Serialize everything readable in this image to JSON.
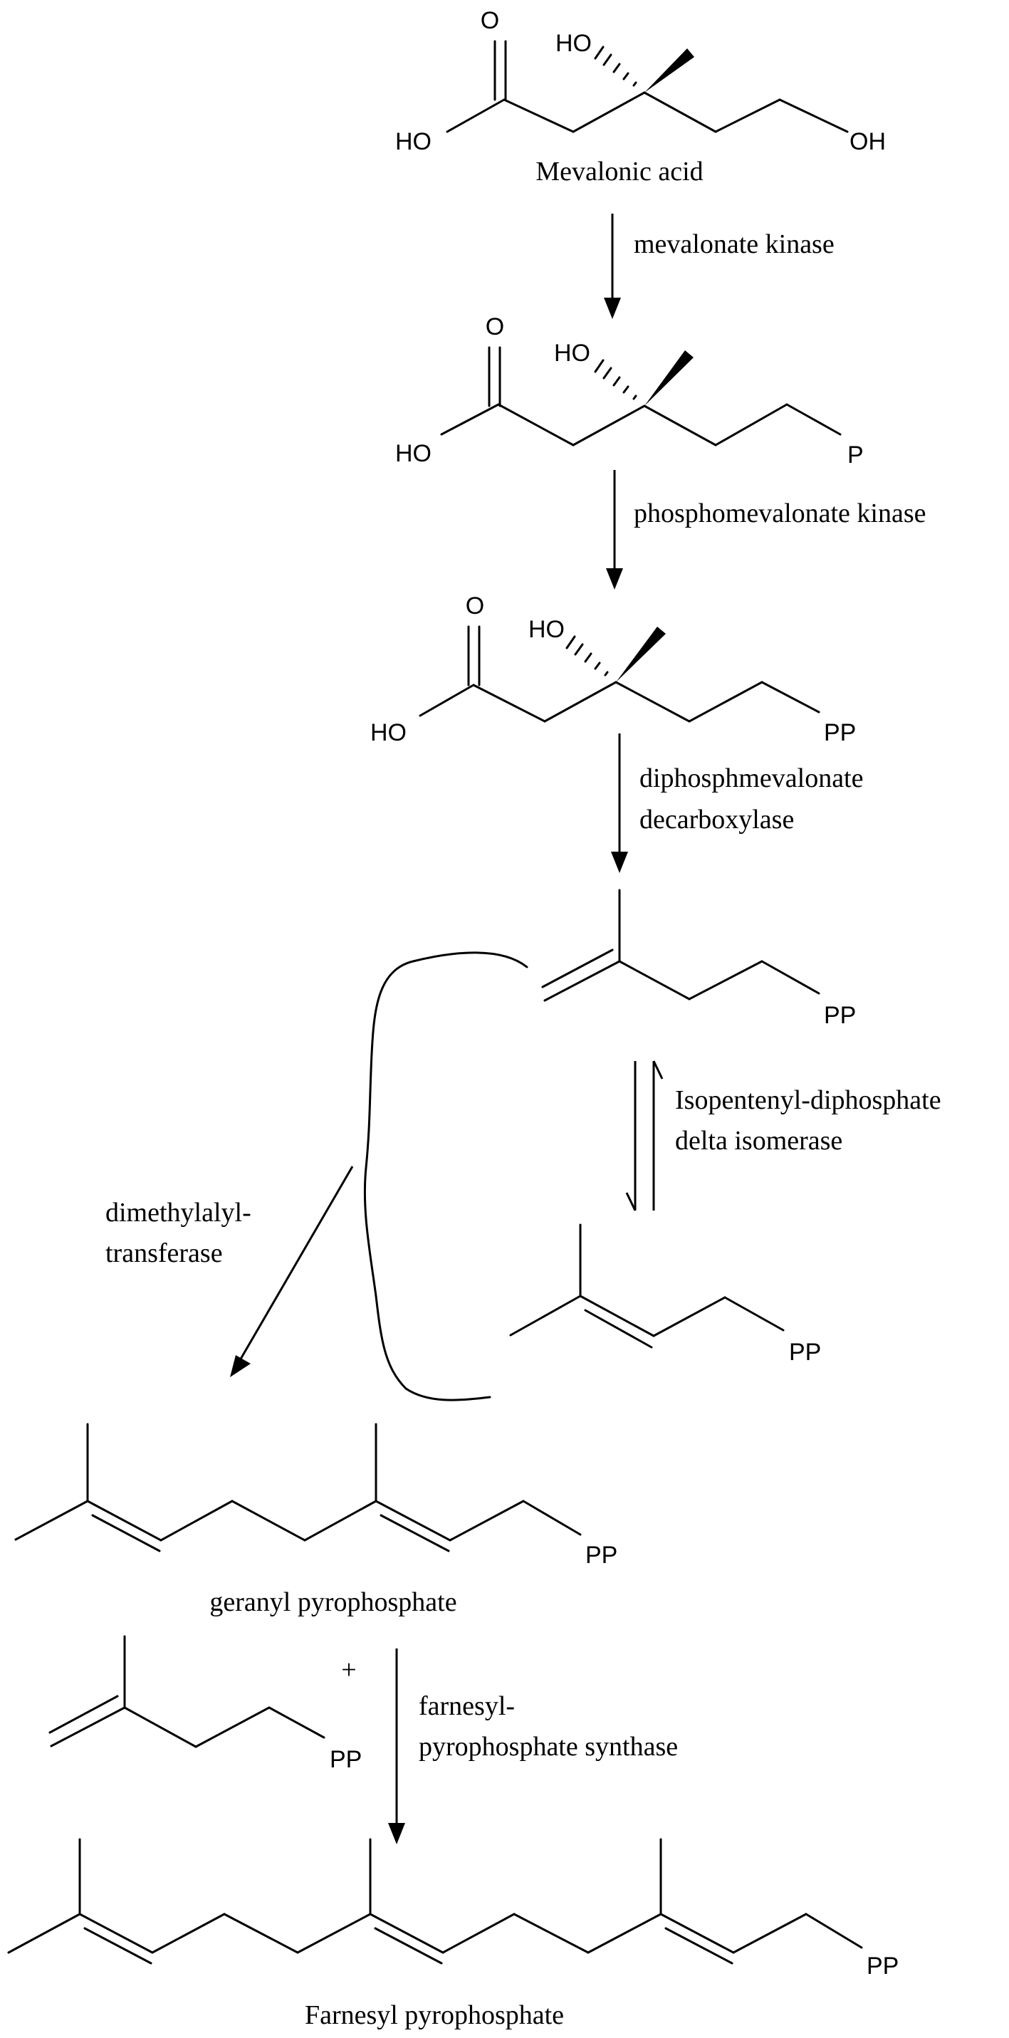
{
  "compounds": {
    "mevalonic_acid": "Mevalonic acid",
    "geranyl_pyrophosphate": "geranyl pyrophosphate",
    "farnesyl_pyrophosphate": "Farnesyl pyrophosphate"
  },
  "enzymes": {
    "mevalonate_kinase": "mevalonate kinase",
    "phosphomevalonate_kinase": "phosphomevalonate kinase",
    "diphospho_line1": "diphosphmevalonate",
    "diphospho_line2": "decarboxylase",
    "isomerase_line1": "Isopentenyl-diphosphate",
    "isomerase_line2": "delta isomerase",
    "dmat_line1": "dimethylalyl-",
    "dmat_line2": "transferase",
    "fpps_line1": "farnesyl-",
    "fpps_line2": "pyrophosphate synthase"
  },
  "atoms": {
    "O": "O",
    "HO": "HO",
    "OH": "OH",
    "P": "P",
    "PP": "PP",
    "plus": "+"
  }
}
